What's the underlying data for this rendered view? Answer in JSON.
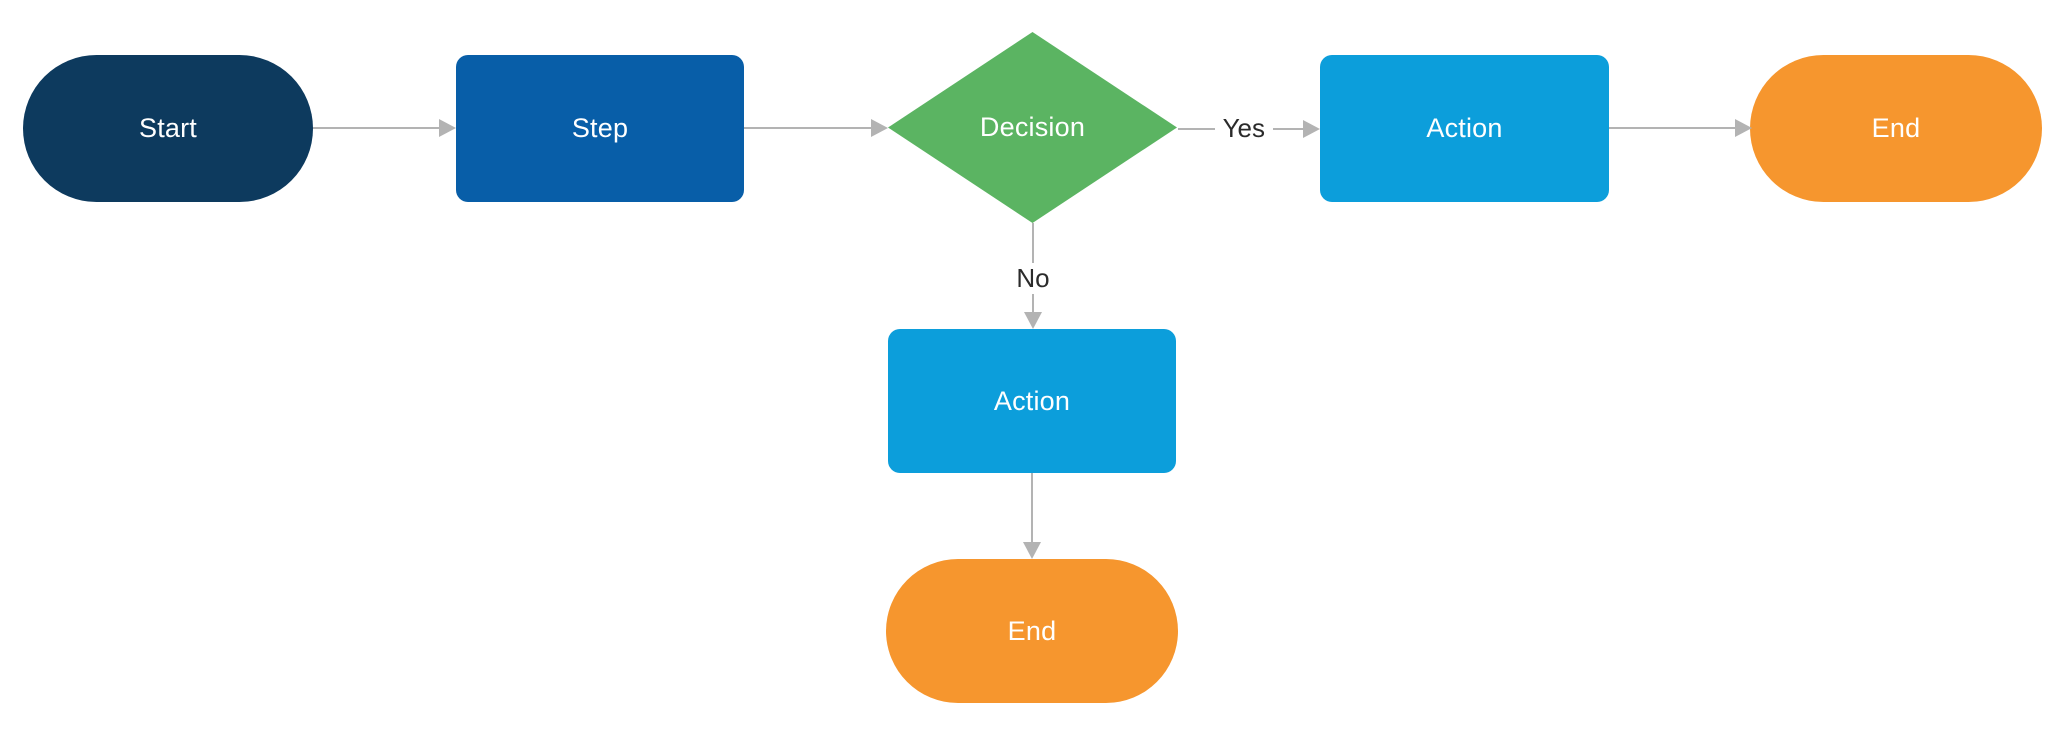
{
  "diagram": {
    "type": "flowchart",
    "background": "#ffffff",
    "edge_color": "#b3b3b3",
    "label_text_color": "#2b2b2b",
    "node_text_color": "#ffffff",
    "nodes": [
      {
        "id": "start",
        "shape": "terminator-pill",
        "label": "Start",
        "fill": "#0d3a5e"
      },
      {
        "id": "step",
        "shape": "process-rect",
        "label": "Step",
        "fill": "#085ea8"
      },
      {
        "id": "decision",
        "shape": "decision-diamond",
        "label": "Decision",
        "fill": "#5bb462"
      },
      {
        "id": "action-yes",
        "shape": "process-rect",
        "label": "Action",
        "fill": "#0c9edb"
      },
      {
        "id": "end-yes",
        "shape": "terminator-pill",
        "label": "End",
        "fill": "#f6962e"
      },
      {
        "id": "action-no",
        "shape": "process-rect",
        "label": "Action",
        "fill": "#0c9edb"
      },
      {
        "id": "end-no",
        "shape": "terminator-pill",
        "label": "End",
        "fill": "#f6962e"
      }
    ],
    "edges": [
      {
        "from": "start",
        "to": "step",
        "label": ""
      },
      {
        "from": "step",
        "to": "decision",
        "label": ""
      },
      {
        "from": "decision",
        "to": "action-yes",
        "label": "Yes"
      },
      {
        "from": "action-yes",
        "to": "end-yes",
        "label": ""
      },
      {
        "from": "decision",
        "to": "action-no",
        "label": "No"
      },
      {
        "from": "action-no",
        "to": "end-no",
        "label": ""
      }
    ]
  }
}
